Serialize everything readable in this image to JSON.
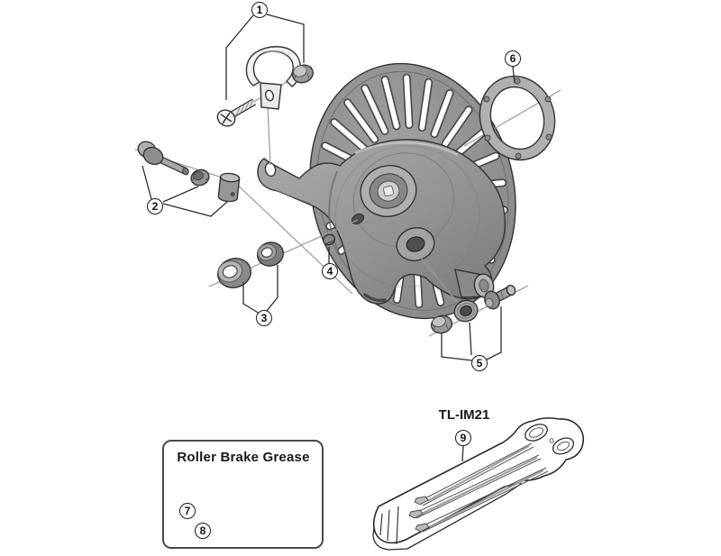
{
  "labels": {
    "grease_box_title": "Roller Brake Grease",
    "tool_label": "TL-IM21"
  },
  "callouts": [
    {
      "number": "1"
    },
    {
      "number": "2"
    },
    {
      "number": "3"
    },
    {
      "number": "4"
    },
    {
      "number": "5"
    },
    {
      "number": "6"
    },
    {
      "number": "7"
    },
    {
      "number": "8"
    },
    {
      "number": "9"
    }
  ],
  "colors": {
    "background": "#ffffff",
    "part_fill": "#8e8e8e",
    "part_outline": "#333333",
    "axis_line": "#999999",
    "callout_line": "#2e2e2e",
    "text": "#1a1a1a"
  }
}
